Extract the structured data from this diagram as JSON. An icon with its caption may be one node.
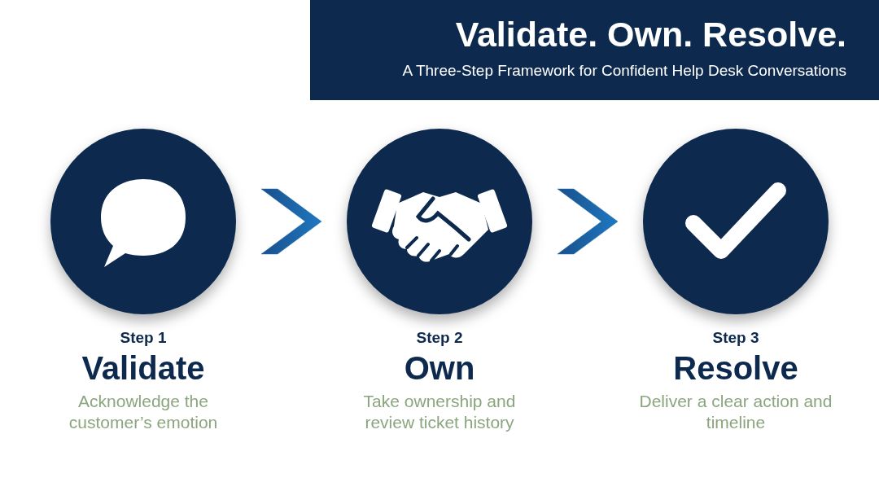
{
  "diagram": {
    "title": "Validate. Own. Resolve.",
    "nodes": [
      {
        "text": [
          "Step 1",
          "Validate",
          "Acknowledge the customer’s emotion"
        ]
      },
      {
        "text": [
          "Step 2",
          "Own",
          "Take ownership and review ticket history"
        ]
      },
      {
        "text": [
          "Step 3",
          "Resolve",
          "Deliver a clear action and timeline"
        ]
      }
    ],
    "edges": [
      {
        "from": 0,
        "to": 1,
        "arrow": "to"
      },
      {
        "from": 1,
        "to": 2,
        "arrow": "to"
      }
    ],
    "labels": [
      "A Three-Step Framework for Confident Help Desk Conversations"
    ]
  }
}
